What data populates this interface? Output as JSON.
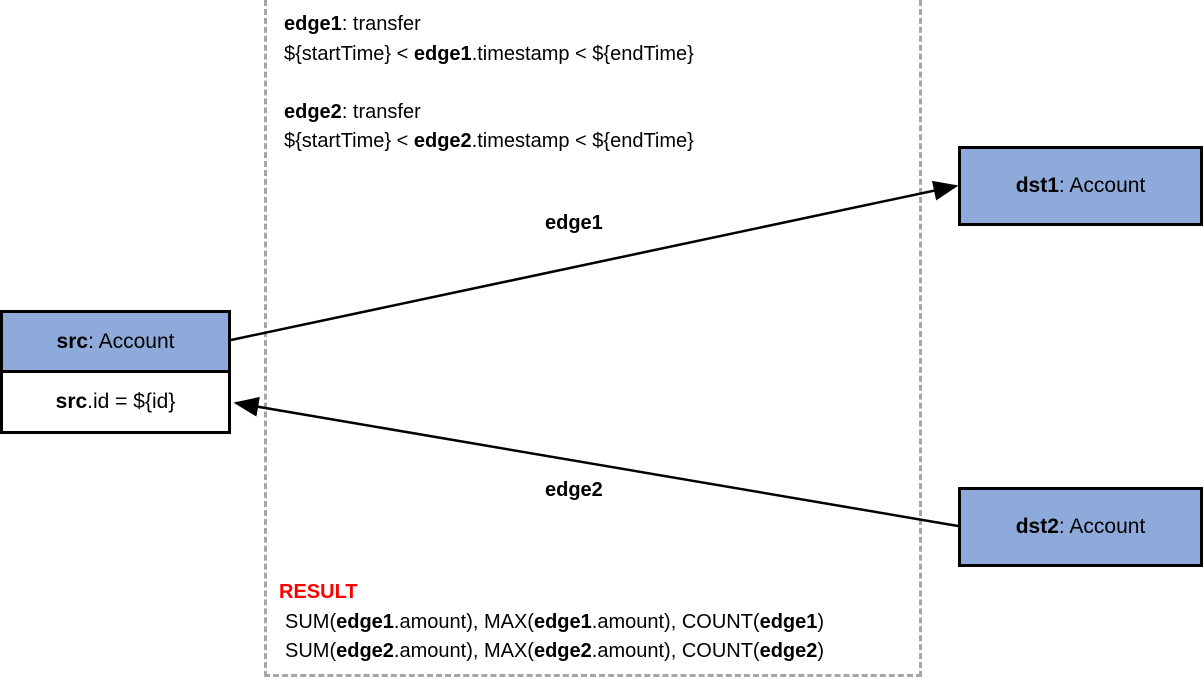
{
  "conditions": {
    "edge1": {
      "name": "edge1",
      "type_sep": ": transfer",
      "range_prefix": "${startTime} < ",
      "range_field": ".timestamp < ${endTime}"
    },
    "edge2": {
      "name": "edge2",
      "type_sep": ": transfer",
      "range_prefix": "${startTime} < ",
      "range_field": ".timestamp < ${endTime}"
    }
  },
  "nodes": {
    "src": {
      "name": "src",
      "type": " : Account",
      "filter_var": "src",
      "filter_rest": ".id = ${id}"
    },
    "dst1": {
      "name": "dst1",
      "type": " : Account"
    },
    "dst2": {
      "name": "dst2",
      "type": " : Account"
    }
  },
  "edges": {
    "edge1_label": "edge1",
    "edge2_label": "edge2"
  },
  "result": {
    "title": "RESULT",
    "line1": {
      "p1": "SUM(",
      "e1": "edge1",
      "p2": ".amount), MAX(",
      "e2": "edge1",
      "p3": ".amount), COUNT(",
      "e3": "edge1",
      "p4": ")"
    },
    "line2": {
      "p1": "SUM(",
      "e1": "edge2",
      "p2": ".amount), MAX(",
      "e2": "edge2",
      "p3": ".amount), COUNT(",
      "e3": "edge2",
      "p4": ")"
    }
  },
  "colors": {
    "node_fill": "#8eaadb",
    "result_title": "#ff0000",
    "dashed_border": "#a6a6a6"
  }
}
